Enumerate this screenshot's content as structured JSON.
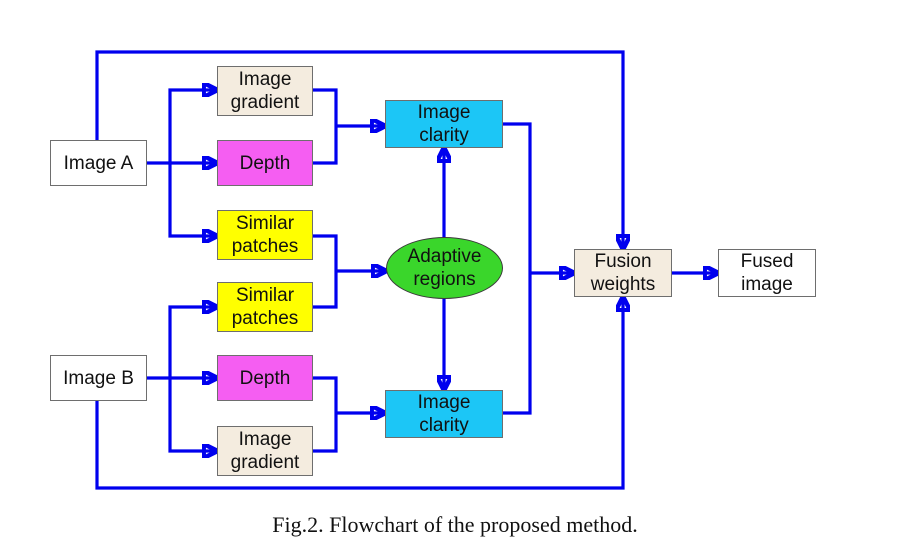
{
  "nodes": {
    "image_a": {
      "label": "Image A"
    },
    "image_b": {
      "label": "Image B"
    },
    "gradient_top": {
      "lines": [
        "Image",
        "gradient"
      ]
    },
    "depth_top": {
      "label": "Depth"
    },
    "similar_top": {
      "lines": [
        "Similar",
        "patches"
      ]
    },
    "similar_bottom": {
      "lines": [
        "Similar",
        "patches"
      ]
    },
    "depth_bottom": {
      "label": "Depth"
    },
    "gradient_bottom": {
      "lines": [
        "Image",
        "gradient"
      ]
    },
    "clarity_top": {
      "lines": [
        "Image",
        "clarity"
      ]
    },
    "clarity_bottom": {
      "lines": [
        "Image",
        "clarity"
      ]
    },
    "adaptive": {
      "lines": [
        "Adaptive",
        "regions"
      ]
    },
    "fusion": {
      "lines": [
        "Fusion",
        "weights"
      ]
    },
    "fused": {
      "lines": [
        "Fused",
        "image"
      ]
    }
  },
  "caption": "Fig.2. Flowchart of the proposed method.",
  "colors": {
    "input": "#ffffff",
    "gradient": "#f4ecdf",
    "depth": "#f55ef2",
    "similar": "#ffff00",
    "clarity": "#1cc6f6",
    "adaptive": "#3ad62b",
    "fusion": "#f4ecdf",
    "output": "#ffffff",
    "arrow": "#0000ee"
  }
}
